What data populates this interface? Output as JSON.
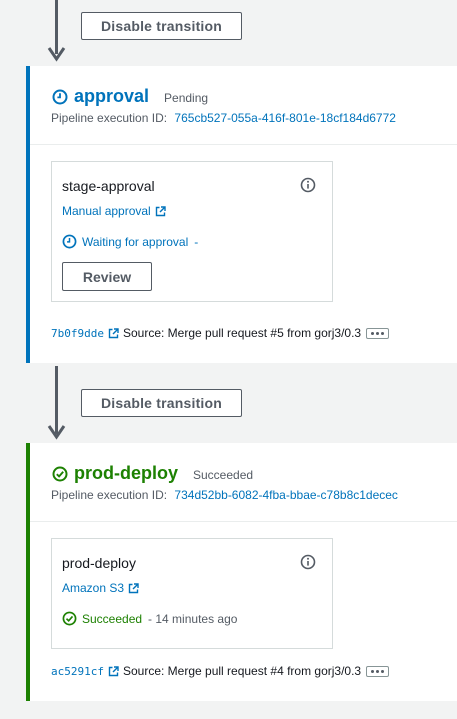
{
  "transitions": [
    {
      "disable_label": "Disable transition"
    },
    {
      "disable_label": "Disable transition"
    }
  ],
  "stages": [
    {
      "name": "approval",
      "status": "Pending",
      "execution_label": "Pipeline execution ID:",
      "execution_id": "765cb527-055a-416f-801e-18cf184d6772",
      "action": {
        "name": "stage-approval",
        "provider": "Manual approval",
        "status": "Waiting for approval",
        "status_suffix": "-",
        "button": "Review"
      },
      "source": {
        "commit": "7b0f9dde",
        "text": "Source: Merge pull request #5 from gorj3/0.3"
      }
    },
    {
      "name": "prod-deploy",
      "status": "Succeeded",
      "execution_label": "Pipeline execution ID:",
      "execution_id": "734d52bb-6082-4fba-bbae-c78b8c1decec",
      "action": {
        "name": "prod-deploy",
        "provider": "Amazon S3",
        "status": "Succeeded",
        "status_suffix": "- 14 minutes ago"
      },
      "source": {
        "commit": "ac5291cf",
        "text": "Source: Merge pull request #4 from gorj3/0.3"
      }
    }
  ],
  "colors": {
    "pending_blue": "#0073bb",
    "success_green": "#1d8102",
    "link": "#0073bb",
    "arrow": "#545b64"
  },
  "icons": {
    "pending": "clock-icon",
    "success": "check-circle-icon",
    "info": "info-icon",
    "external": "external-link-icon",
    "more": "ellipsis-icon"
  }
}
